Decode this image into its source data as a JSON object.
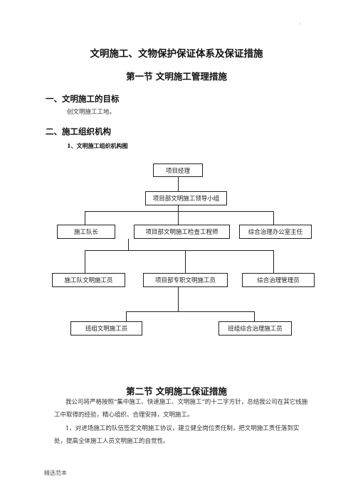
{
  "header_mark": "-",
  "doc_title": "文明施工、文物保护保证体系及保证措施",
  "section1": {
    "title": "第一节    文明施工管理措施",
    "heading1": "一、文明施工的目标",
    "goal_text": "创文明施工工地。",
    "heading2": "二、施工组织机构",
    "chart_title": "1、文明施工组织机构图"
  },
  "org_chart": {
    "level1": "项目经理",
    "level2": "项目部文明施工领导小组",
    "level3": [
      "施工队长",
      "项目部文明施工检查工程师",
      "综合治理办公室主任"
    ],
    "level4": [
      "施工队文明施工员",
      "项目部专职文明施工员",
      "综合治理管理员"
    ],
    "level5": [
      "班组文明施工员",
      "班组综合治理施工员"
    ]
  },
  "section2": {
    "title": "第二节    文明施工保证措施",
    "para1": "我公司将严格按照“集中施工、快速施工、文明施工”的十二字方针，总结我公司在其它线施工中取得的经验，精心组织、合理安排，文明施工。",
    "para2": "1、对进场施工的队伍签定文明施工协议，建立健全岗位责任制，把文明施工责任落到实处，提高全体施工人员文明施工的自觉性。"
  },
  "footer_mark": "精选范本"
}
